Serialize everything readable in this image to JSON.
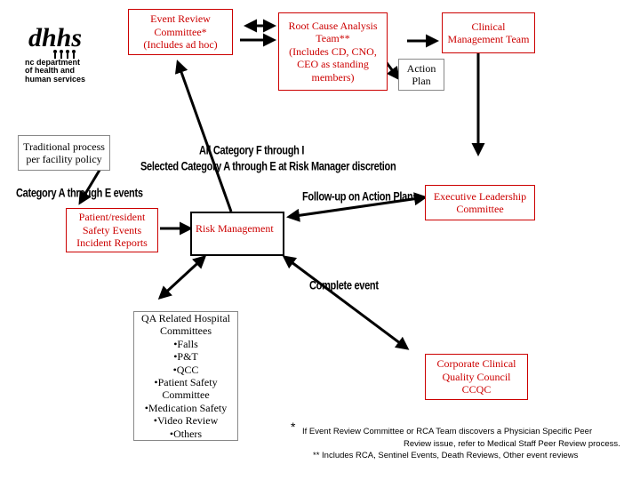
{
  "logo": {
    "mark": "dhhs",
    "lines": [
      "nc department",
      "of health and",
      "human services"
    ]
  },
  "boxes": {
    "event_review": [
      "Event Review",
      "Committee*",
      "(Includes ad hoc)"
    ],
    "root_cause": [
      "Root Cause Analysis",
      "Team**",
      "(Includes CD, CNO,",
      "CEO as standing",
      "members)"
    ],
    "clinical_mgmt": [
      "Clinical",
      "Management Team"
    ],
    "action_plan": [
      "Action",
      "Plan"
    ],
    "traditional": [
      "Traditional process",
      "per facility policy"
    ],
    "patient_resident": [
      "Patient/resident",
      "Safety Events",
      "Incident Reports"
    ],
    "risk_mgmt": "Risk Management",
    "executive": [
      "Executive Leadership",
      "Committee"
    ],
    "qa_committees": [
      "QA Related Hospital",
      "Committees",
      "•Falls",
      "•P&T",
      "•QCC",
      "•Patient Safety",
      "Committee",
      "•Medication Safety",
      "•Video Review",
      "•Others"
    ],
    "corporate": [
      "Corporate Clinical",
      "Quality Council",
      "CCQC"
    ]
  },
  "labels": {
    "all_category": "All Category F through I",
    "selected_category": "Selected Category A through E at Risk Manager discretion",
    "category_a_e": "Category A through E events",
    "follow_up": "Follow-up on Action Plans",
    "complete": "Complete event"
  },
  "footnotes": {
    "star": "*",
    "line1": "If Event Review Committee or RCA Team discovers a Physician Specific Peer",
    "line2": "Review issue, refer to Medical Staff Peer Review process.",
    "line3": "**   Includes RCA, Sentinel Events, Death Reviews, Other event reviews"
  },
  "colors": {
    "box_border": "#cc0000",
    "arrow": "#000000"
  }
}
